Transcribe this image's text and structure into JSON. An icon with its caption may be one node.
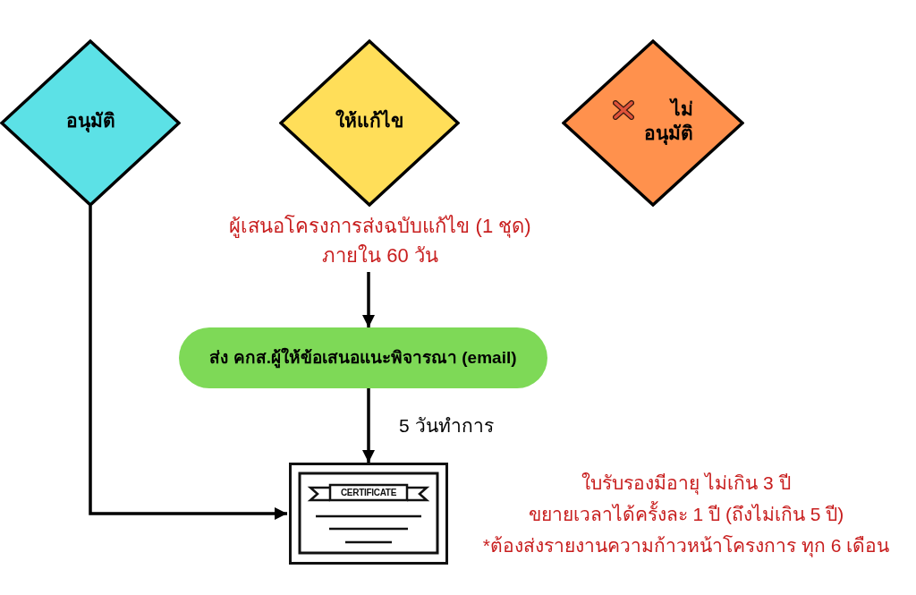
{
  "diagram": {
    "nodes": [
      {
        "text": [
          "อนุมัติ"
        ]
      },
      {
        "text": [
          "ให้แก้ไข"
        ]
      },
      {
        "text": [
          "ไม่ อนุมัติ"
        ]
      },
      {
        "text": [
          "ผู้เสนอโครงการส่งฉบับแก้ไข (1 ชุด) ภายใน 60 วัน"
        ]
      },
      {
        "text": [
          "ส่ง คกส.ผู้ให้ข้อเสนอแนะพิจารณา (email)"
        ]
      },
      {
        "text": [
          "CERTIFICATE"
        ],
        "beside": [
          "ใบรับรองมีอายุ ไม่เกิน 3 ปี",
          "ขยายเวลาได้ครั้งละ 1 ปี (ถึงไม่เกิน 5 ปี)",
          "*ต้องส่งรายงานความก้าวหน้าโครงการ ทุก 6 เดือน"
        ]
      }
    ],
    "edges": [
      {
        "from": 0,
        "to": 5,
        "arrow": "to"
      },
      {
        "from": 3,
        "to": 4,
        "arrow": "to"
      },
      {
        "from": 4,
        "to": 5,
        "arrow": "to",
        "label": "5 วันทำการ"
      }
    ]
  }
}
